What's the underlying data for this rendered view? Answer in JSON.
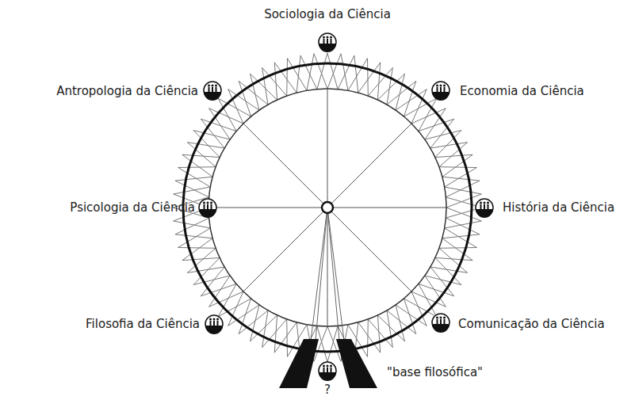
{
  "diagram": {
    "labels": [
      "Sociologia da Ciência",
      "Antropologia da Ciência",
      "Economia da Ciência",
      "Psicologia da Ciência",
      "História da Ciência",
      "Filosofia da Ciência",
      "Comunicação da Ciência",
      "\"base filosófica\"",
      "?"
    ]
  }
}
